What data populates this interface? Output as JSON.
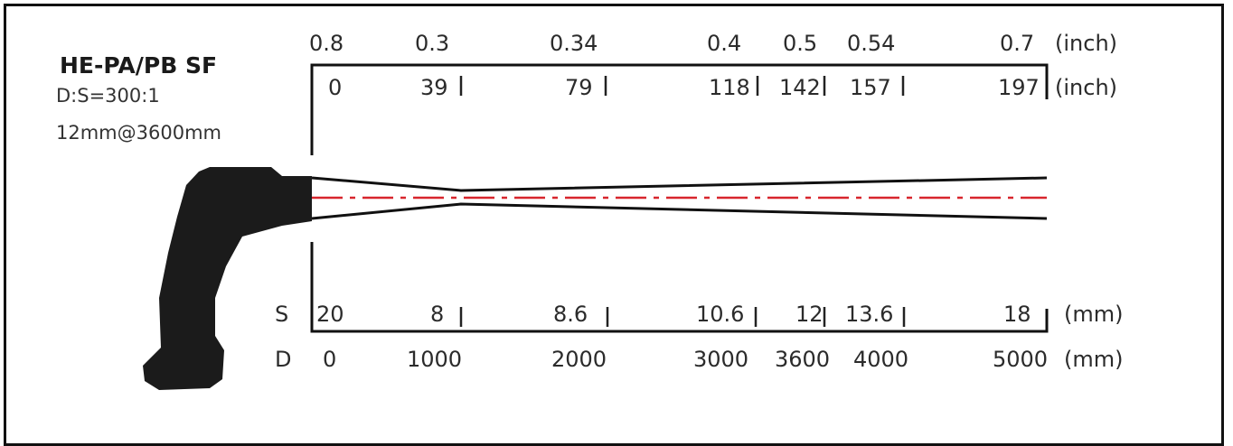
{
  "model": "HE-PA/PB SF",
  "ratio": "D:S=300:1",
  "spot_spec": "12mm@3600mm",
  "colors": {
    "line": "#111111",
    "center": "#d8262d",
    "gun": "#1b1b1b"
  },
  "icons": [
    "thermometer-gun-icon"
  ],
  "top_spot_inch": [
    "0.8",
    "0.3",
    "0.34",
    "0.4",
    "0.5",
    "0.54",
    "0.7"
  ],
  "top_dist_inch": [
    "0",
    "39",
    "79",
    "118",
    "142",
    "157",
    "197"
  ],
  "bottom_spot_mm": [
    "20",
    "8",
    "8.6",
    "10.6",
    "12",
    "13.6",
    "18"
  ],
  "bottom_dist_mm": [
    "0",
    "1000",
    "2000",
    "3000",
    "3600",
    "4000",
    "5000"
  ],
  "unit_inch": "(inch)",
  "unit_mm": "(mm)",
  "label_s": "S",
  "label_d": "D"
}
